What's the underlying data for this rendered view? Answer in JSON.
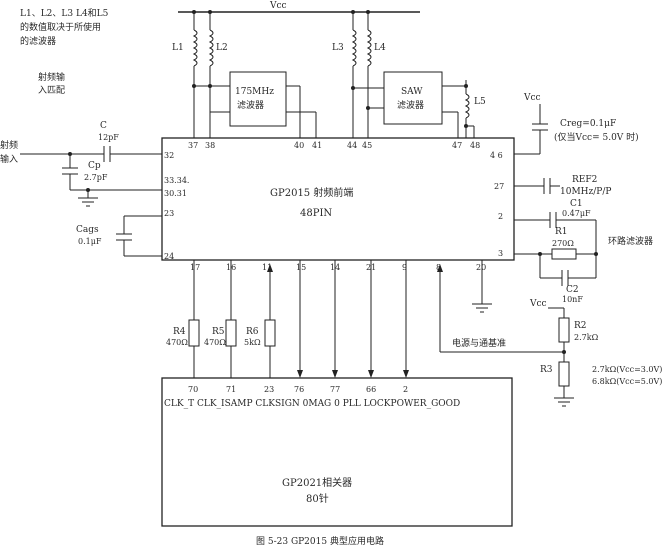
{
  "texts": {
    "note_line1": "L1、L2、L3  L4和L5",
    "note_line2": "的数值取决于所使用",
    "note_line3": "的滤波器",
    "rf_match_1": "射频输",
    "rf_match_2": "入匹配",
    "rf_in_1": "射频",
    "rf_in_2": "输入",
    "vcc_top": "Vcc",
    "vcc_right": "Vcc",
    "vcc_bottom": "Vcc",
    "l1": "L1",
    "l2": "L2",
    "l3": "L3",
    "l4": "L4",
    "l5": "L5",
    "filter1_1": "175MHz",
    "filter1_2": "滤波器",
    "saw_1": "SAW",
    "saw_2": "滤波器",
    "c5_1": "C",
    "c5_2": "12pF",
    "cp_1": "Cp",
    "cp_2": "2.7pF",
    "cags_1": "Cags",
    "cags_2": "0.1μF",
    "creg_1": "Creg=0.1μF",
    "creg_2": "(仅当Vcc= 5.0V 时)",
    "ref2_1": "REF2",
    "ref2_2": "10MHz/P/P",
    "c1_1": "C1",
    "c1_2": "0.47μF",
    "r1_1": "R1",
    "r1_2": "270Ω",
    "c2_1": "C2",
    "c2_2": "10nF",
    "loop_filter": "环路滤波器",
    "r2_1": "R2",
    "r2_2": "2.7kΩ",
    "r3": "R3",
    "r3_val1": "2.7kΩ(Vcc=3.0V)",
    "r3_val2": "6.8kΩ(Vcc=5.0V)",
    "power_ref": "电源与通基准",
    "r4_1": "R4",
    "r4_2": "470Ω",
    "r5_1": "R5",
    "r5_2": "470Ω",
    "r6_1": "R6",
    "r6_2": "5kΩ",
    "chip_name": "GP2015  射频前端",
    "chip_pins": "48PIN",
    "chip2_name": "GP2021相关器",
    "chip2_pins": "80针",
    "signals": "CLK_T  CLK_ISAMP CLKSIGN 0MAG 0 PLL LOCKPOWER_GOOD",
    "caption": "图 5-23    GP2015 典型应用电路"
  },
  "pins_gp2015": {
    "p37": "37",
    "p38": "38",
    "p40": "40",
    "p41": "41",
    "p44": "44",
    "p45": "45",
    "p47": "47",
    "p48": "48",
    "p32": "32",
    "p3334": "33.34.",
    "p3031": "30.31",
    "p23": "23",
    "p24": "24",
    "p46": "4 6",
    "p27": "27",
    "p2": "2",
    "p3": "3",
    "p17": "17",
    "p16": "16",
    "p11": "11",
    "p15": "15",
    "p14": "14",
    "p21": "21",
    "p9": "9",
    "p8": "8",
    "p20": "20"
  },
  "pins_gp2021": {
    "p70": "70",
    "p71": "71",
    "p23": "23",
    "p76": "76",
    "p77": "77",
    "p66": "66",
    "p2": "2"
  }
}
